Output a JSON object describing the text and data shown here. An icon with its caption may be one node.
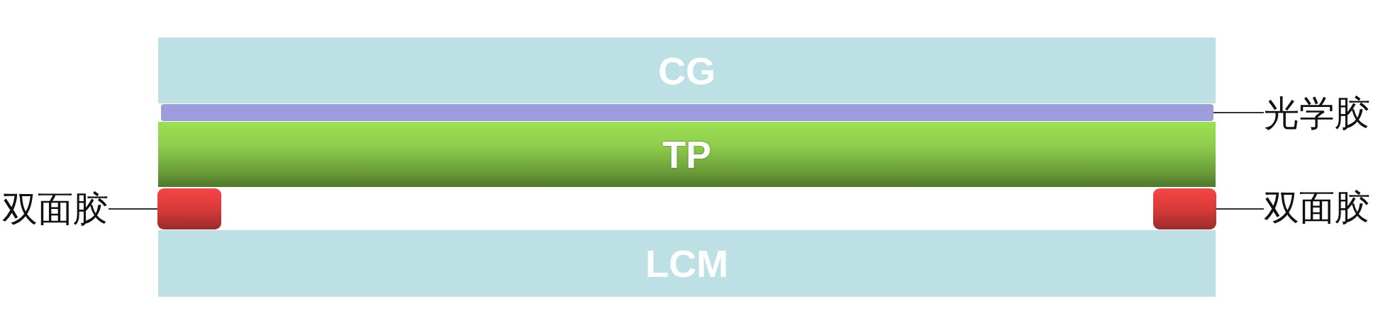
{
  "diagram": {
    "nodes": [
      {
        "text": [
          "CG"
        ]
      },
      {
        "text": [],
        "shape": "bar"
      },
      {
        "text": [
          "光学胶"
        ]
      },
      {
        "text": [
          "TP"
        ]
      },
      {
        "text": [
          "双面胶"
        ]
      },
      {
        "text": [],
        "shape": "box"
      },
      {
        "text": [],
        "shape": "box"
      },
      {
        "text": [
          "双面胶"
        ]
      },
      {
        "text": [
          "LCM"
        ]
      }
    ],
    "edges": [
      {
        "from": 2,
        "to": 1,
        "arrow": "none"
      },
      {
        "from": 4,
        "to": 5,
        "arrow": "none"
      },
      {
        "from": 7,
        "to": 6,
        "arrow": "none"
      }
    ]
  }
}
